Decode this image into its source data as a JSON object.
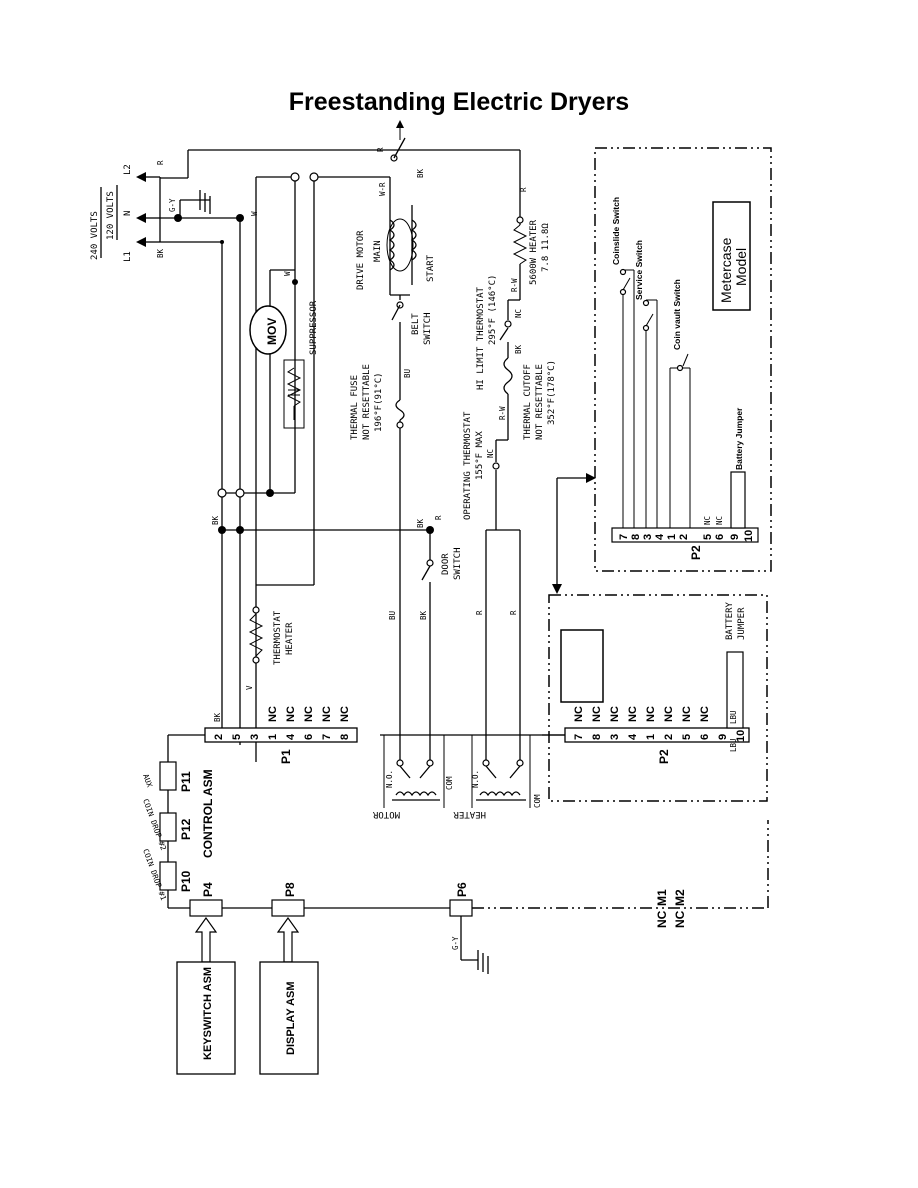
{
  "title": "Freestanding Electric Dryers",
  "supply": {
    "v240": "240 VOLTS",
    "v120": "120 VOLTS",
    "L1": "L1",
    "L2": "L2",
    "N": "N",
    "gy": "G-Y"
  },
  "wire_colors": {
    "bk": "BK",
    "r": "R",
    "wr": "W-R",
    "rw": "R-W",
    "bu": "BU",
    "v": "V",
    "w": "W",
    "nc": "NC",
    "lbu": "LBU",
    "gy": "G-Y"
  },
  "components": {
    "mov": "MOV",
    "suppressor": "SUPPRESSOR",
    "drive_motor": "DRIVE MOTOR",
    "main": "MAIN",
    "start": "START",
    "belt_switch": [
      "BELT",
      "SWITCH"
    ],
    "thermal_fuse": [
      "THERMAL FUSE",
      "NOT RESETTABLE",
      "196°F(91°C)"
    ],
    "hi_limit": [
      "HI LIMIT THERMOSTAT",
      "295°F (146°C)"
    ],
    "heater": [
      "5600W HEATER",
      "7.8 11.8Ω"
    ],
    "thermal_cutoff": [
      "THERMAL CUTOFF",
      "NOT RESETTABLE",
      "352°F(178°C)"
    ],
    "operating_thermostat": [
      "OPERATING THERMOSTAT",
      "155°F MAX"
    ],
    "door_switch": [
      "DOOR",
      "SWITCH"
    ],
    "thermostat_heater": [
      "THERMOSTAT",
      "HEATER"
    ],
    "motor_relay": "MOTOR",
    "heater_relay": "HEATER",
    "no": "N.O.",
    "com": "COM"
  },
  "p1": {
    "name": "P1",
    "pins": [
      "2",
      "5",
      "3",
      "1",
      "4",
      "6",
      "7",
      "8"
    ],
    "nc": [
      "NC",
      "NC",
      "NC",
      "NC",
      "NC"
    ]
  },
  "p2": {
    "name": "P2",
    "pins": [
      "7",
      "8",
      "3",
      "4",
      "1",
      "2",
      "5",
      "6",
      "9",
      "10"
    ],
    "nc": [
      "NC",
      "NC",
      "NC",
      "NC",
      "NC",
      "NC",
      "NC",
      "NC"
    ]
  },
  "p2b": {
    "name": "P2",
    "pins": [
      "7",
      "8",
      "3",
      "4",
      "1",
      "2",
      "5",
      "6",
      "9",
      "10"
    ],
    "nc": [
      "NC",
      "NC"
    ]
  },
  "connectors": {
    "p11": "P11",
    "p12": "P12",
    "p10": "P10",
    "p4": "P4",
    "p8": "P8",
    "p6": "P6",
    "control": "CONTROL ASM",
    "aux": "AUX",
    "coin2": "COIN DROP #2",
    "coin1": "COIN DROP #1",
    "nc": "NC",
    "m1": "M1",
    "m2": "M2"
  },
  "assemblies": {
    "keyswitch": "KEYSWITCH ASM",
    "display": "DISPLAY ASM"
  },
  "battery_jumper": [
    "BATTERY",
    "JUMPER"
  ],
  "metercase": {
    "model": [
      "Metercase",
      "Model"
    ],
    "coinslide": "Coinslide Switch",
    "service": "Service Switch",
    "coinvault": "Coin vault Switch",
    "battery": "Battery Jumper"
  }
}
